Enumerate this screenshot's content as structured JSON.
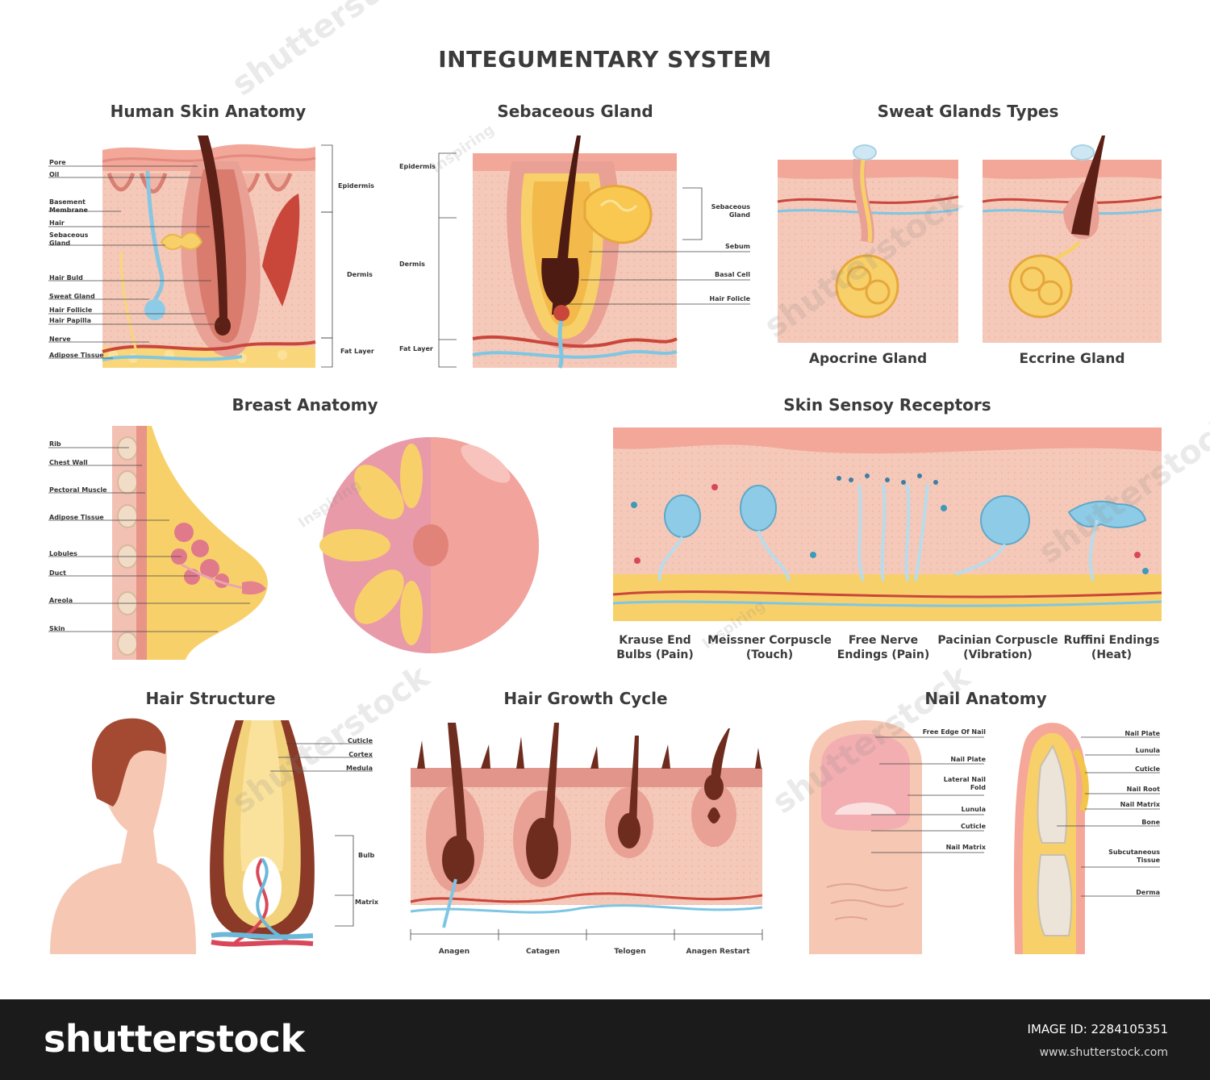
{
  "title": "INTEGUMENTARY SYSTEM",
  "sections": {
    "skin": {
      "title": "Human Skin Anatomy",
      "left_labels": [
        "Pore",
        "Oil",
        "Basement\nMembrane",
        "Hair",
        "Sebaceous\nGland",
        "Hair Buld",
        "Sweat Gland",
        "Hair Follicle",
        "Hair Papilla",
        "Nerve",
        "Adipose Tissue"
      ],
      "layer_labels": [
        "Epidermis",
        "Dermis",
        "Fat Layer"
      ]
    },
    "sebaceous": {
      "title": "Sebaceous Gland",
      "layer_labels": [
        "Epidermis",
        "Dermis",
        "Fat Layer"
      ],
      "right_labels": [
        "Sebaceous\nGland",
        "Sebum",
        "Basal Cell",
        "Hair Folicle"
      ]
    },
    "sweat": {
      "title": "Sweat Glands Types",
      "captions": [
        "Apocrine Gland",
        "Eccrine Gland"
      ]
    },
    "breast": {
      "title": "Breast Anatomy",
      "labels": [
        "Rib",
        "Chest Wall",
        "Pectoral Muscle",
        "Adipose Tissue",
        "Lobules",
        "Duct",
        "Areola",
        "Skin"
      ]
    },
    "receptors": {
      "title": "Skin Sensoy Receptors",
      "captions": [
        "Krause End\nBulbs (Pain)",
        "Meissner Corpuscle\n(Touch)",
        "Free Nerve\nEndings (Pain)",
        "Pacinian Corpuscle\n(Vibration)",
        "Ruffini Endings\n(Heat)"
      ]
    },
    "hair_structure": {
      "title": "Hair Structure",
      "labels": [
        "Cuticle",
        "Cortex",
        "Medula",
        "Bulb",
        "Matrix"
      ]
    },
    "hair_growth": {
      "title": "Hair Growth Cycle",
      "stages": [
        "Anagen",
        "Catagen",
        "Telogen",
        "Anagen Restart"
      ]
    },
    "nail": {
      "title": "Nail Anatomy",
      "finger_labels": [
        "Free Edge Of Nail",
        "Nail Plate",
        "Lateral Nail\nFold",
        "Lunula",
        "Cuticle",
        "Nail Matrix"
      ],
      "section_labels": [
        "Nail Plate",
        "Lunula",
        "Cuticle",
        "Nail Root",
        "Nail Matrix",
        "Bone",
        "Subcutaneous\nTissue",
        "Derma"
      ]
    }
  },
  "watermarks": [
    "shutterstock",
    "Inspiring"
  ],
  "footer": {
    "logo": "shutterstock",
    "image_id": "IMAGE ID: 2284105351",
    "url": "www.shutterstock.com"
  },
  "colors": {
    "skin_light": "#f6cfc0",
    "skin_mid": "#efb5a3",
    "skin_dark": "#e2958a",
    "fat_yellow": "#f8d36a",
    "hair_brown": "#6e2c1f",
    "artery_red": "#c9463b",
    "vein_blue": "#7ec6e3",
    "text_dark": "#3b3b3b",
    "footer_bg": "#1b1b1b"
  }
}
